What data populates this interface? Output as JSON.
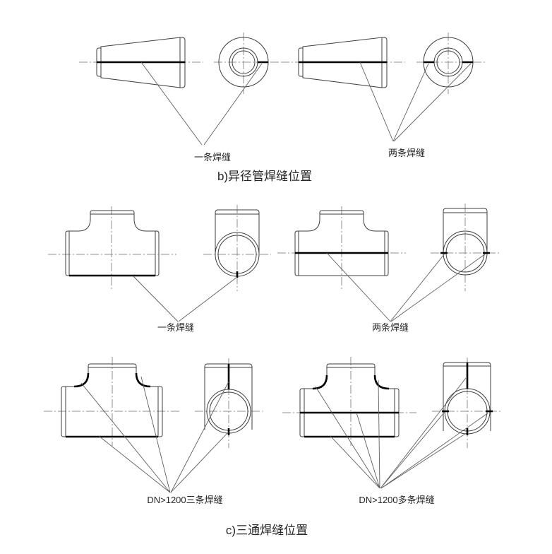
{
  "page": {
    "background": "#ffffff"
  },
  "colors": {
    "page-bg": "#ffffff",
    "outline": "#3d3d3d",
    "weld": "#000000",
    "centerline": "#8f8f8f",
    "leader": "#5f5f5f",
    "text": "#262626"
  },
  "section_b": {
    "caption": "b)异径管焊缝位置",
    "diagrams": [
      {
        "name": "reducer-one-weld",
        "label": "一条焊缝"
      },
      {
        "name": "reducer-two-welds",
        "label": "两条焊缝"
      }
    ]
  },
  "section_c": {
    "caption": "c)三通焊缝位置",
    "diagrams": [
      {
        "name": "tee-one-weld",
        "label": "一条焊缝"
      },
      {
        "name": "tee-two-welds",
        "label": "两条焊缝"
      },
      {
        "name": "tee-three-welds",
        "label": "DN>1200三条焊缝"
      },
      {
        "name": "tee-multiple-welds",
        "label": "DN>1200多条焊缝"
      }
    ]
  }
}
